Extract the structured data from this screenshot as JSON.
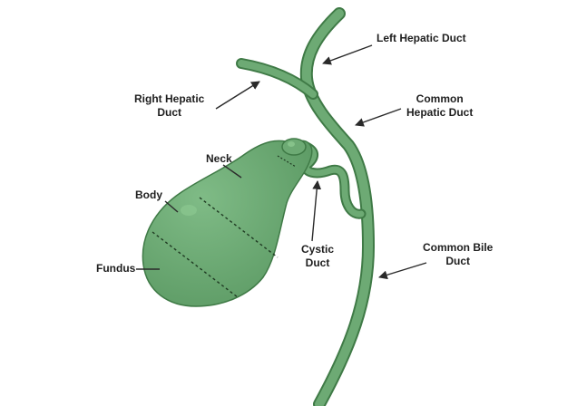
{
  "colors": {
    "organ_fill": "#6daa74",
    "organ_stroke": "#3f7a46",
    "highlight": "#8cc890",
    "arrow": "#2a2a2a",
    "background": "#ffffff"
  },
  "labels": {
    "left_hepatic_duct": "Left Hepatic Duct",
    "right_hepatic_duct": [
      "Right Hepatic",
      "Duct"
    ],
    "common_hepatic_duct": [
      "Common",
      "Hepatic Duct"
    ],
    "neck": "Neck",
    "body": "Body",
    "fundus": "Fundus",
    "cystic_duct": [
      "Cystic",
      "Duct"
    ],
    "common_bile_duct": [
      "Common Bile",
      "Duct"
    ]
  }
}
